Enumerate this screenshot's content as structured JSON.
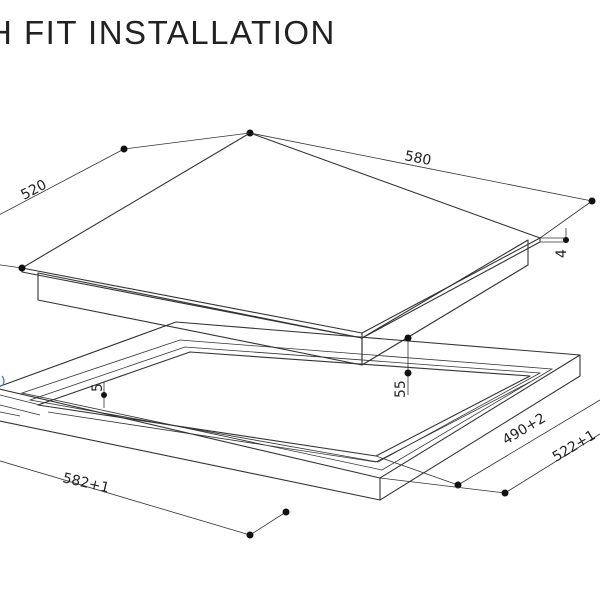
{
  "title": "H FIT INSTALLATION",
  "dimensions": {
    "top_width": "580",
    "top_depth": "520",
    "glass_thickness": "4",
    "body_height": "55",
    "recess_depth": "5",
    "cutout_width": "582+1",
    "cutout_depth_inner": "490+2",
    "cutout_depth_outer": "522+1"
  },
  "colors": {
    "line": "#333333",
    "text": "#222222",
    "accent": "#3a7bd5"
  }
}
